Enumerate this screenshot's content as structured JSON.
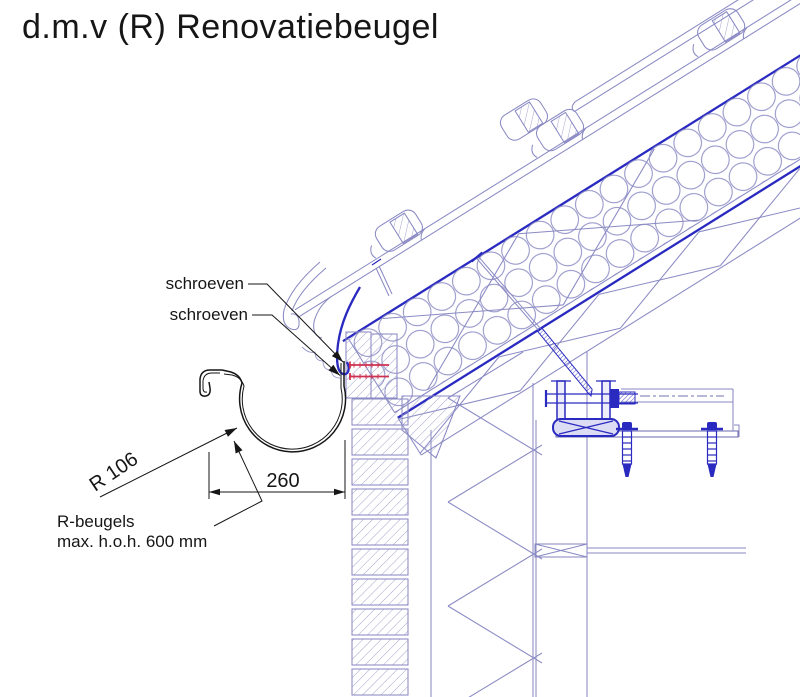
{
  "title": "d.m.v (R) Renovatiebeugel",
  "labels": {
    "screw_top": "schroeven",
    "screw_bottom": "schroeven",
    "radius": "R 106",
    "width_dim": "260",
    "bracket_note_line1": "R-beugels",
    "bracket_note_line2": "max. h.o.h. 600 mm"
  },
  "drawing": {
    "subject": "eaves-gutter-renovation-bracket-section",
    "colors": {
      "cad_line": "#8a8ac4",
      "cad_dark": "#2a2ac0",
      "screw_red": "#cf3050",
      "ink": "#161616"
    }
  }
}
